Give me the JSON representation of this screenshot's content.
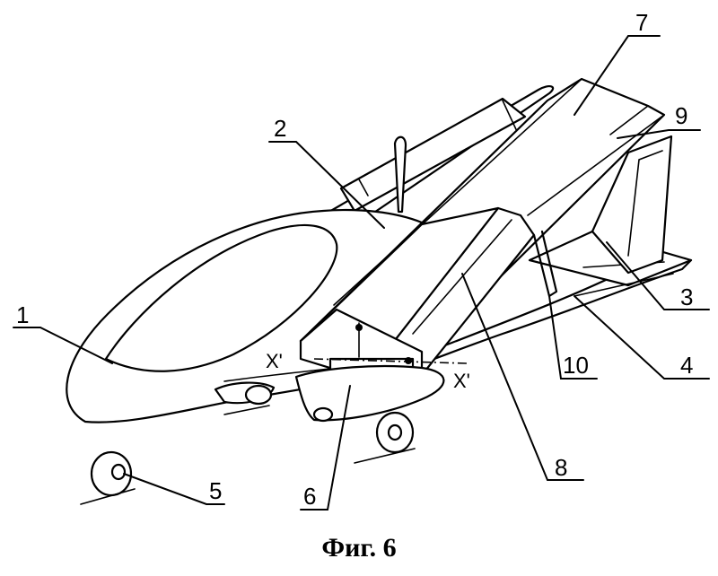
{
  "figure": {
    "caption": "Фиг. 6",
    "axis_labels": [
      "X'",
      "X'"
    ],
    "reference_numerals": [
      {
        "id": "fuselage-nose",
        "label": "1"
      },
      {
        "id": "cabin-top",
        "label": "2"
      },
      {
        "id": "tail-boom",
        "label": "3"
      },
      {
        "id": "tail-boom-lower",
        "label": "4"
      },
      {
        "id": "front-wheel",
        "label": "5"
      },
      {
        "id": "wing-hinge-block",
        "label": "6"
      },
      {
        "id": "upper-wing-panel",
        "label": "7"
      },
      {
        "id": "lower-wing-panel",
        "label": "8"
      },
      {
        "id": "wing-tip",
        "label": "9"
      },
      {
        "id": "strut",
        "label": "10"
      }
    ]
  }
}
